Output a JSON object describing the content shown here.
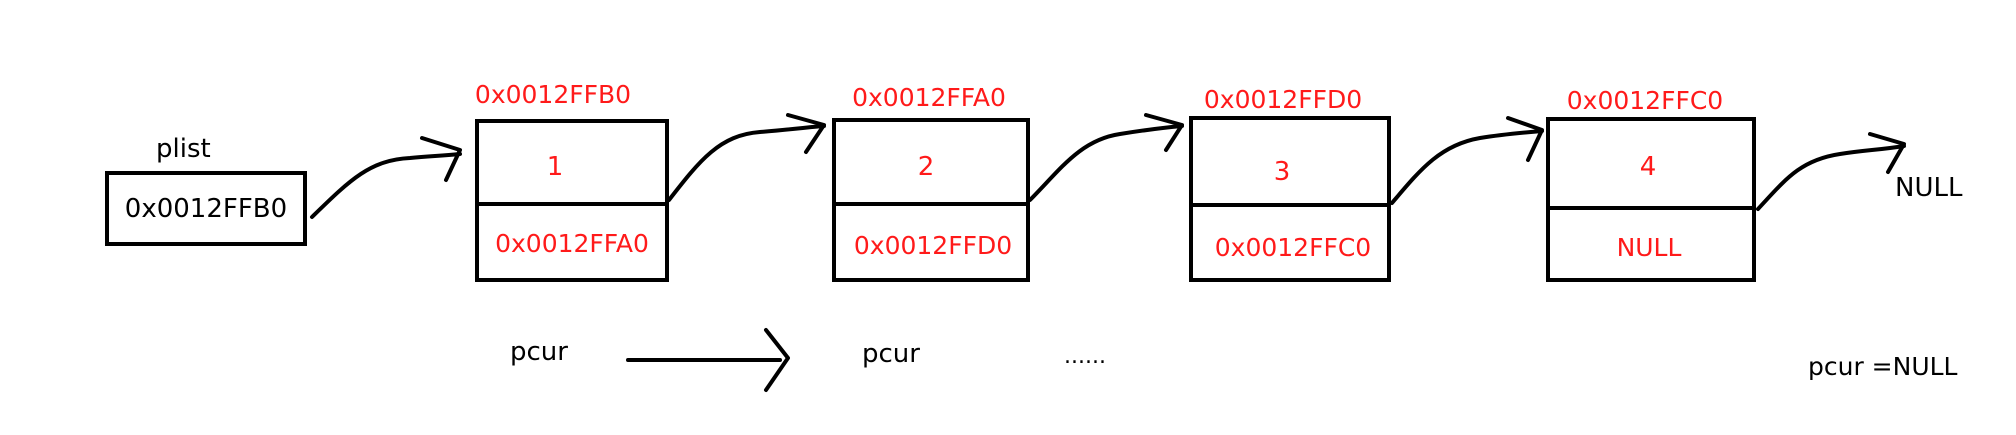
{
  "colors": {
    "ink": "#000000",
    "accent": "#ff1a1a"
  },
  "plist": {
    "label": "plist",
    "value": "0x0012FFB0"
  },
  "nodes": [
    {
      "address": "0x0012FFB0",
      "data": "1",
      "next": "0x0012FFA0"
    },
    {
      "address": "0x0012FFA0",
      "data": "2",
      "next": "0x0012FFD0"
    },
    {
      "address": "0x0012FFD0",
      "data": "3",
      "next": "0x0012FFC0"
    },
    {
      "address": "0x0012FFC0",
      "data": "4",
      "next": "NULL"
    }
  ],
  "terminal_label": "NULL",
  "traversal": {
    "pcur_start": "pcur",
    "pcur_next": "pcur",
    "ellipsis": "......",
    "pcur_end": "pcur =NULL"
  }
}
